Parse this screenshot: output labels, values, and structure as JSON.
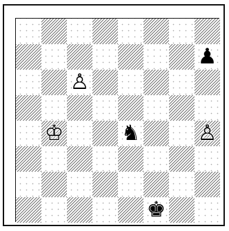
{
  "board": {
    "rows": [
      [
        {
          "piece": "",
          "name": "empty-square",
          "dark": false
        },
        {
          "piece": "",
          "name": "empty-square",
          "dark": true
        },
        {
          "piece": "",
          "name": "empty-square",
          "dark": false
        },
        {
          "piece": "",
          "name": "empty-square",
          "dark": true
        },
        {
          "piece": "",
          "name": "empty-square",
          "dark": false
        },
        {
          "piece": "",
          "name": "empty-square",
          "dark": true
        },
        {
          "piece": "",
          "name": "empty-square",
          "dark": false
        },
        {
          "piece": "",
          "name": "empty-square",
          "dark": true
        }
      ],
      [
        {
          "piece": "",
          "name": "empty-square",
          "dark": true
        },
        {
          "piece": "",
          "name": "empty-square",
          "dark": false
        },
        {
          "piece": "",
          "name": "empty-square",
          "dark": true
        },
        {
          "piece": "",
          "name": "empty-square",
          "dark": false
        },
        {
          "piece": "",
          "name": "empty-square",
          "dark": true
        },
        {
          "piece": "",
          "name": "empty-square",
          "dark": false
        },
        {
          "piece": "",
          "name": "empty-square",
          "dark": true
        },
        {
          "piece": "♟",
          "name": "black-pawn-icon",
          "dark": false
        }
      ],
      [
        {
          "piece": "",
          "name": "empty-square",
          "dark": false
        },
        {
          "piece": "",
          "name": "empty-square",
          "dark": true
        },
        {
          "piece": "♙",
          "name": "white-pawn-icon",
          "dark": false
        },
        {
          "piece": "",
          "name": "empty-square",
          "dark": true
        },
        {
          "piece": "",
          "name": "empty-square",
          "dark": false
        },
        {
          "piece": "",
          "name": "empty-square",
          "dark": true
        },
        {
          "piece": "",
          "name": "empty-square",
          "dark": false
        },
        {
          "piece": "",
          "name": "empty-square",
          "dark": true
        }
      ],
      [
        {
          "piece": "",
          "name": "empty-square",
          "dark": true
        },
        {
          "piece": "",
          "name": "empty-square",
          "dark": false
        },
        {
          "piece": "",
          "name": "empty-square",
          "dark": true
        },
        {
          "piece": "",
          "name": "empty-square",
          "dark": false
        },
        {
          "piece": "",
          "name": "empty-square",
          "dark": true
        },
        {
          "piece": "",
          "name": "empty-square",
          "dark": false
        },
        {
          "piece": "",
          "name": "empty-square",
          "dark": true
        },
        {
          "piece": "",
          "name": "empty-square",
          "dark": false
        }
      ],
      [
        {
          "piece": "",
          "name": "empty-square",
          "dark": false
        },
        {
          "piece": "♔",
          "name": "white-king-icon",
          "dark": true
        },
        {
          "piece": "",
          "name": "empty-square",
          "dark": false
        },
        {
          "piece": "",
          "name": "empty-square",
          "dark": true
        },
        {
          "piece": "♞",
          "name": "black-knight-icon",
          "dark": false
        },
        {
          "piece": "",
          "name": "empty-square",
          "dark": true
        },
        {
          "piece": "",
          "name": "empty-square",
          "dark": false
        },
        {
          "piece": "♙",
          "name": "white-pawn-icon",
          "dark": true
        }
      ],
      [
        {
          "piece": "",
          "name": "empty-square",
          "dark": true
        },
        {
          "piece": "",
          "name": "empty-square",
          "dark": false
        },
        {
          "piece": "",
          "name": "empty-square",
          "dark": true
        },
        {
          "piece": "",
          "name": "empty-square",
          "dark": false
        },
        {
          "piece": "",
          "name": "empty-square",
          "dark": true
        },
        {
          "piece": "",
          "name": "empty-square",
          "dark": false
        },
        {
          "piece": "",
          "name": "empty-square",
          "dark": true
        },
        {
          "piece": "",
          "name": "empty-square",
          "dark": false
        }
      ],
      [
        {
          "piece": "",
          "name": "empty-square",
          "dark": false
        },
        {
          "piece": "",
          "name": "empty-square",
          "dark": true
        },
        {
          "piece": "",
          "name": "empty-square",
          "dark": false
        },
        {
          "piece": "",
          "name": "empty-square",
          "dark": true
        },
        {
          "piece": "",
          "name": "empty-square",
          "dark": false
        },
        {
          "piece": "",
          "name": "empty-square",
          "dark": true
        },
        {
          "piece": "",
          "name": "empty-square",
          "dark": false
        },
        {
          "piece": "",
          "name": "empty-square",
          "dark": true
        }
      ],
      [
        {
          "piece": "",
          "name": "empty-square",
          "dark": true
        },
        {
          "piece": "",
          "name": "empty-square",
          "dark": false
        },
        {
          "piece": "",
          "name": "empty-square",
          "dark": true
        },
        {
          "piece": "",
          "name": "empty-square",
          "dark": false
        },
        {
          "piece": "",
          "name": "empty-square",
          "dark": true
        },
        {
          "piece": "♚",
          "name": "black-king-icon",
          "dark": false
        },
        {
          "piece": "",
          "name": "empty-square",
          "dark": true
        },
        {
          "piece": "",
          "name": "empty-square",
          "dark": false
        }
      ]
    ]
  }
}
